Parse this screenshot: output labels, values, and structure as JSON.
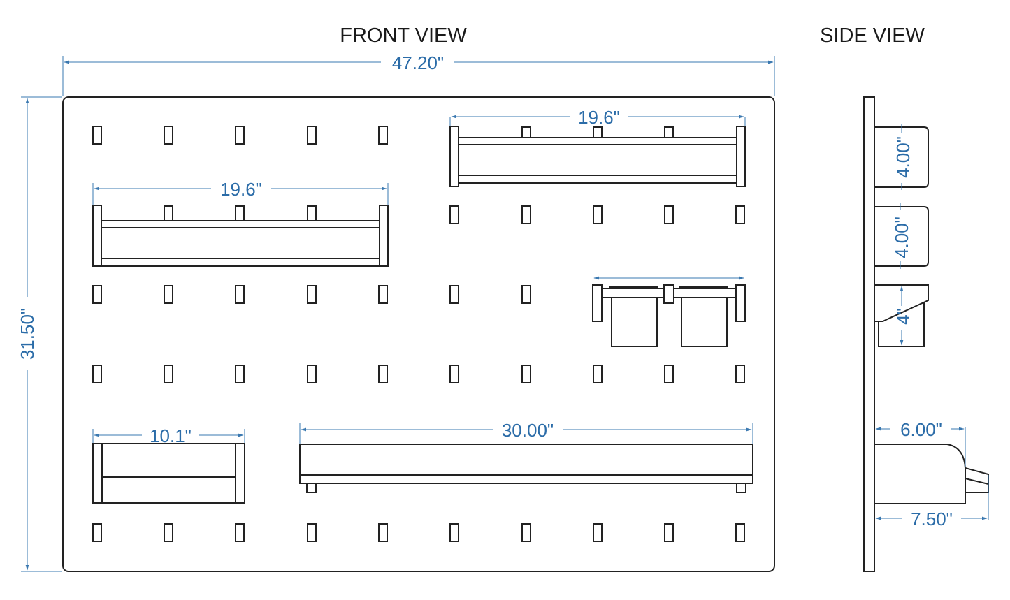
{
  "titles": {
    "front": "FRONT VIEW",
    "side": "SIDE VIEW"
  },
  "dimensions": {
    "board_width": "47.20\"",
    "board_height": "31.50\"",
    "top_shelf_width": "19.6\"",
    "left_shelf_width": "19.6\"",
    "small_shelf_width": "10.1\"",
    "long_shelf_width": "30.00\"",
    "side_box_1_height": "4.00\"",
    "side_box_2_height": "4.00\"",
    "side_cup_height": "4\"",
    "side_shelf_depth": "6.00\"",
    "side_shelf_total_depth": "7.50\""
  },
  "colors": {
    "dimension": "#2b6ca8",
    "outline": "#222222"
  }
}
